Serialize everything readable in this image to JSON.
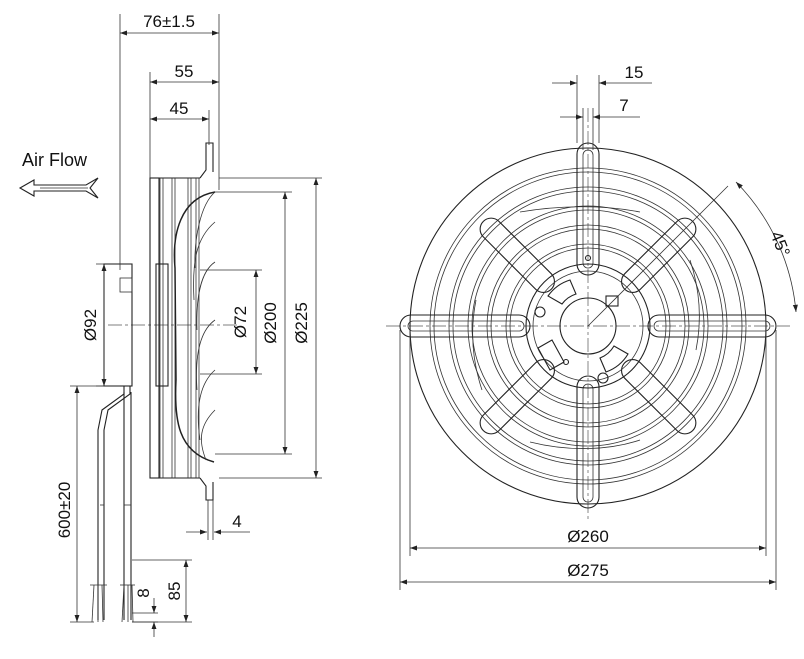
{
  "air_flow_label": "Air Flow",
  "side_view": {
    "dim_total_depth": "76±1.5",
    "dim_55": "55",
    "dim_45": "45",
    "dim_hub": "Ø92",
    "dim_motor": "Ø72",
    "dim_inner": "Ø200",
    "dim_outer": "Ø225",
    "dim_foot": "4",
    "dim_cable": "600±20",
    "dim_strip": "8",
    "dim_tail": "85"
  },
  "front_view": {
    "dim_slot_outer": "15",
    "dim_slot_inner": "7",
    "dim_angle": "45°",
    "dim_d260": "Ø260",
    "dim_d275": "Ø275"
  }
}
